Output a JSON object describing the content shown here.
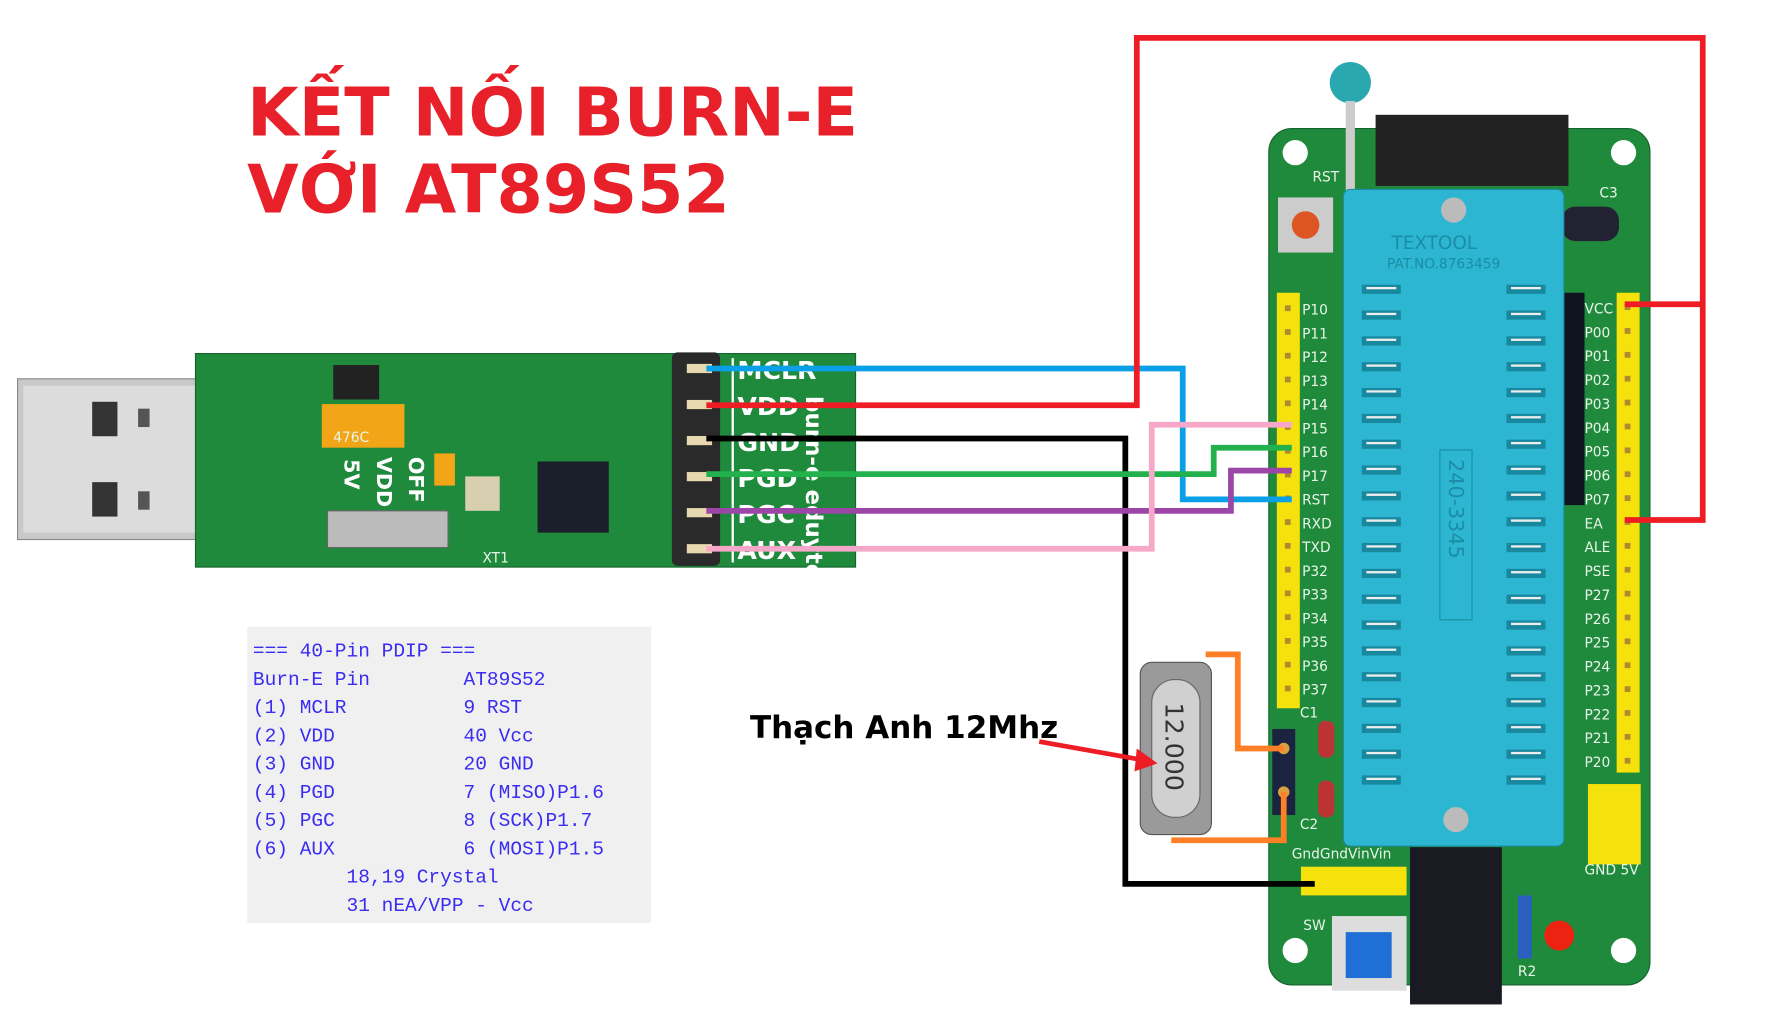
{
  "title": {
    "line1": "KẾT NỐI BURN-E",
    "line2": "VỚI AT89S52"
  },
  "burn_e": {
    "pins": [
      "MCLR",
      "VDD",
      "GND",
      "PGD",
      "PGC",
      "AUX"
    ],
    "brand": "burn-e eduytech.com",
    "labels": {
      "v5": "5V",
      "vdd": "VDD",
      "off": "OFF",
      "xt": "XT1",
      "cap": "476C"
    }
  },
  "board": {
    "left_pins": [
      "P10",
      "P11",
      "P12",
      "P13",
      "P14",
      "P15",
      "P16",
      "P17",
      "RST",
      "RXD",
      "TXD",
      "P32",
      "P33",
      "P34",
      "P35",
      "P36",
      "P37"
    ],
    "right_pins": [
      "VCC",
      "P00",
      "P01",
      "P02",
      "P03",
      "P04",
      "P05",
      "P06",
      "P07",
      "EA",
      "ALE",
      "PSE",
      "P27",
      "P26",
      "P25",
      "P24",
      "P23",
      "P22",
      "P21",
      "P20"
    ],
    "socket_brand": "TEXTOOL",
    "socket_pat": "PAT.NO.8763459",
    "socket_model": "240-3345",
    "power_pins": "GndGndVinVin",
    "labels": {
      "rst": "RST",
      "c1": "C1",
      "c2": "C2",
      "c3": "C3",
      "sw": "SW",
      "r2": "R2",
      "gnd5v": "GND 5V"
    }
  },
  "crystal": {
    "marking": "12.000",
    "label": "Thạch Anh 12Mhz"
  },
  "pin_table": {
    "lines": [
      "=== 40-Pin PDIP ===",
      "Burn-E Pin        AT89S52",
      "(1) MCLR          9 RST",
      "(2) VDD           40 Vcc",
      "(3) GND           20 GND",
      "(4) PGD           7 (MISO)P1.6",
      "(5) PGC           8 (SCK)P1.7",
      "(6) AUX           6 (MOSI)P1.5",
      "        18,19 Crystal",
      "        31 nEA/VPP - Vcc"
    ]
  },
  "colors": {
    "mclr": "#0aa0e8",
    "vdd": "#ee1c25",
    "gnd": "#000000",
    "pgd": "#22b14c",
    "pgc": "#9c46a8",
    "aux": "#f7a8c8",
    "crystal": "#ff7f27",
    "pcb": "#1f8a3c",
    "socket": "#2cb6d2"
  }
}
